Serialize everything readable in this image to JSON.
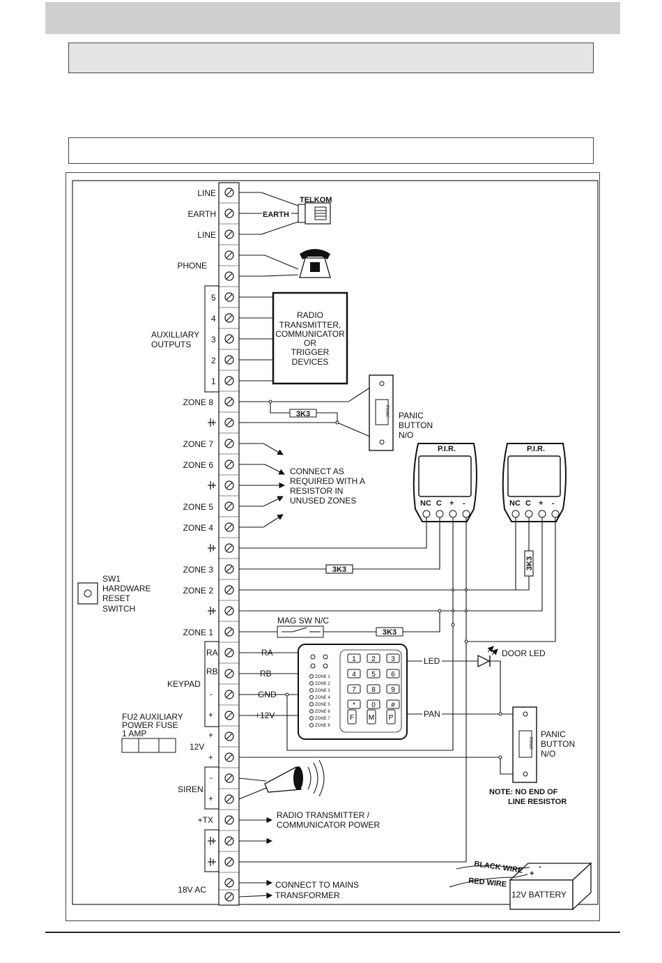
{
  "terminal_labels": {
    "line1": "LINE",
    "earth": "EARTH",
    "line2": "LINE",
    "phone": "PHONE",
    "aux_outputs": [
      "AUXILLIARY",
      "OUTPUTS"
    ],
    "aux_numbers": [
      "5",
      "4",
      "3",
      "2",
      "1"
    ],
    "zone8": "ZONE 8",
    "zone7": "ZONE 7",
    "zone6": "ZONE 6",
    "zone5": "ZONE 5",
    "zone4": "ZONE 4",
    "zone3": "ZONE 3",
    "zone2": "ZONE 2",
    "zone1": "ZONE 1",
    "ra": "RA",
    "rb": "RB",
    "minus": "-",
    "plus": "+",
    "keypad": "KEYPAD",
    "twelve_v": "12V",
    "siren": "SIREN",
    "tx": "+TX",
    "ac18": "18V AC"
  },
  "telkom": {
    "title": "TELKOM",
    "earth_wire": "EARTH"
  },
  "radio_box": [
    "RADIO",
    "TRANSMITTER,",
    "COMMUNICATOR",
    "OR",
    "TRIGGER",
    "DEVICES"
  ],
  "resistor": "3K3",
  "panic_button": {
    "label": [
      "PANIC",
      "BUTTON",
      "N/O"
    ],
    "plate": "PANIC"
  },
  "connect_note": [
    "CONNECT AS",
    "REQUIRED WITH A",
    "RESISTOR IN",
    "UNUSED ZONES"
  ],
  "pir": {
    "title": "P.I.R.",
    "terminals": [
      "NC",
      "C",
      "+",
      "-"
    ]
  },
  "reset_switch": [
    "SW1",
    "HARDWARE",
    "RESET",
    "SWITCH"
  ],
  "mag_switch": "MAG SW N/C",
  "keypad_wires": {
    "ra": "RA",
    "rb": "RB",
    "gnd": "GND",
    "v12": "+12V",
    "led": "LED",
    "pan": "PAN"
  },
  "keypad_keys": [
    "1",
    "2",
    "3",
    "4",
    "5",
    "6",
    "7",
    "8",
    "9",
    "*",
    "0",
    "#",
    "F",
    "M",
    "P"
  ],
  "keypad_zone_leds": [
    "ZONE 1",
    "ZONE 2",
    "ZONE 3",
    "ZONE 4",
    "ZONE 5",
    "ZONE 6",
    "ZONE 7",
    "ZONE 8"
  ],
  "door_led": "DOOR LED",
  "fuse": [
    "FU2  AUXILIARY",
    "POWER FUSE",
    "1 AMP"
  ],
  "note": [
    "NOTE:  NO END OF",
    "LINE RESISTOR"
  ],
  "radio_power": [
    "RADIO TRANSMITTER /",
    "COMMUNICATOR  POWER"
  ],
  "mains": [
    "CONNECT TO MAINS",
    "TRANSFORMER"
  ],
  "battery": {
    "label": "12V BATTERY",
    "black": "BLACK WIRE",
    "red": "RED WIRE"
  }
}
